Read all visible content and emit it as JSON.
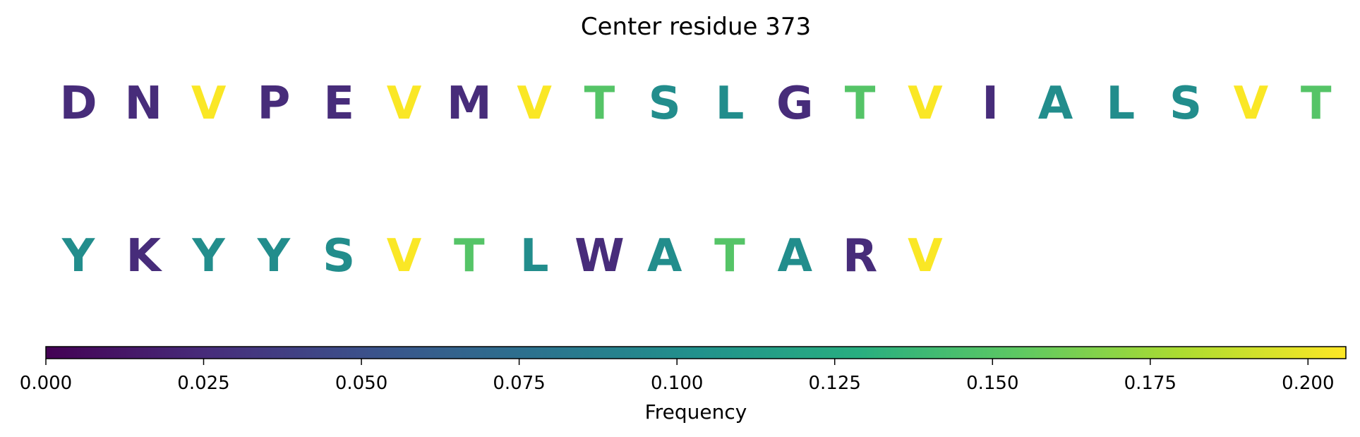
{
  "chart_data": {
    "type": "sequence-logo",
    "title": "Center residue 373",
    "rows": [
      {
        "residues": [
          "D",
          "N",
          "V",
          "P",
          "E",
          "V",
          "M",
          "V",
          "T",
          "S",
          "L",
          "G",
          "T",
          "V",
          "I",
          "A",
          "L",
          "S",
          "V",
          "T"
        ],
        "values": [
          0.025,
          0.025,
          0.205,
          0.025,
          0.025,
          0.205,
          0.025,
          0.205,
          0.15,
          0.1,
          0.1,
          0.025,
          0.15,
          0.205,
          0.025,
          0.1,
          0.1,
          0.1,
          0.205,
          0.15
        ]
      },
      {
        "residues": [
          "Y",
          "K",
          "Y",
          "Y",
          "S",
          "V",
          "T",
          "L",
          "W",
          "A",
          "T",
          "A",
          "R",
          "V"
        ],
        "values": [
          0.1,
          0.025,
          0.1,
          0.1,
          0.1,
          0.205,
          0.15,
          0.1,
          0.025,
          0.1,
          0.15,
          0.1,
          0.025,
          0.205
        ]
      }
    ],
    "colorbar": {
      "colormap": "viridis",
      "range": [
        0,
        0.206
      ],
      "ticks": [
        "0.000",
        "0.025",
        "0.050",
        "0.075",
        "0.100",
        "0.125",
        "0.150",
        "0.175",
        "0.200"
      ],
      "label": "Frequency",
      "orientation": "horizontal",
      "position": "bottom"
    }
  }
}
